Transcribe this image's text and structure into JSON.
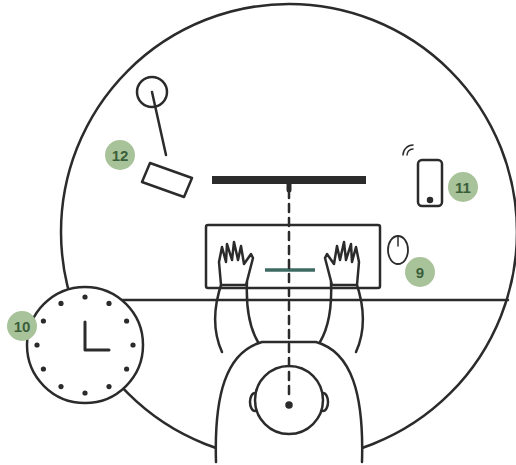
{
  "diagram": {
    "labels": [
      "12",
      "11",
      "9",
      "10"
    ]
  }
}
